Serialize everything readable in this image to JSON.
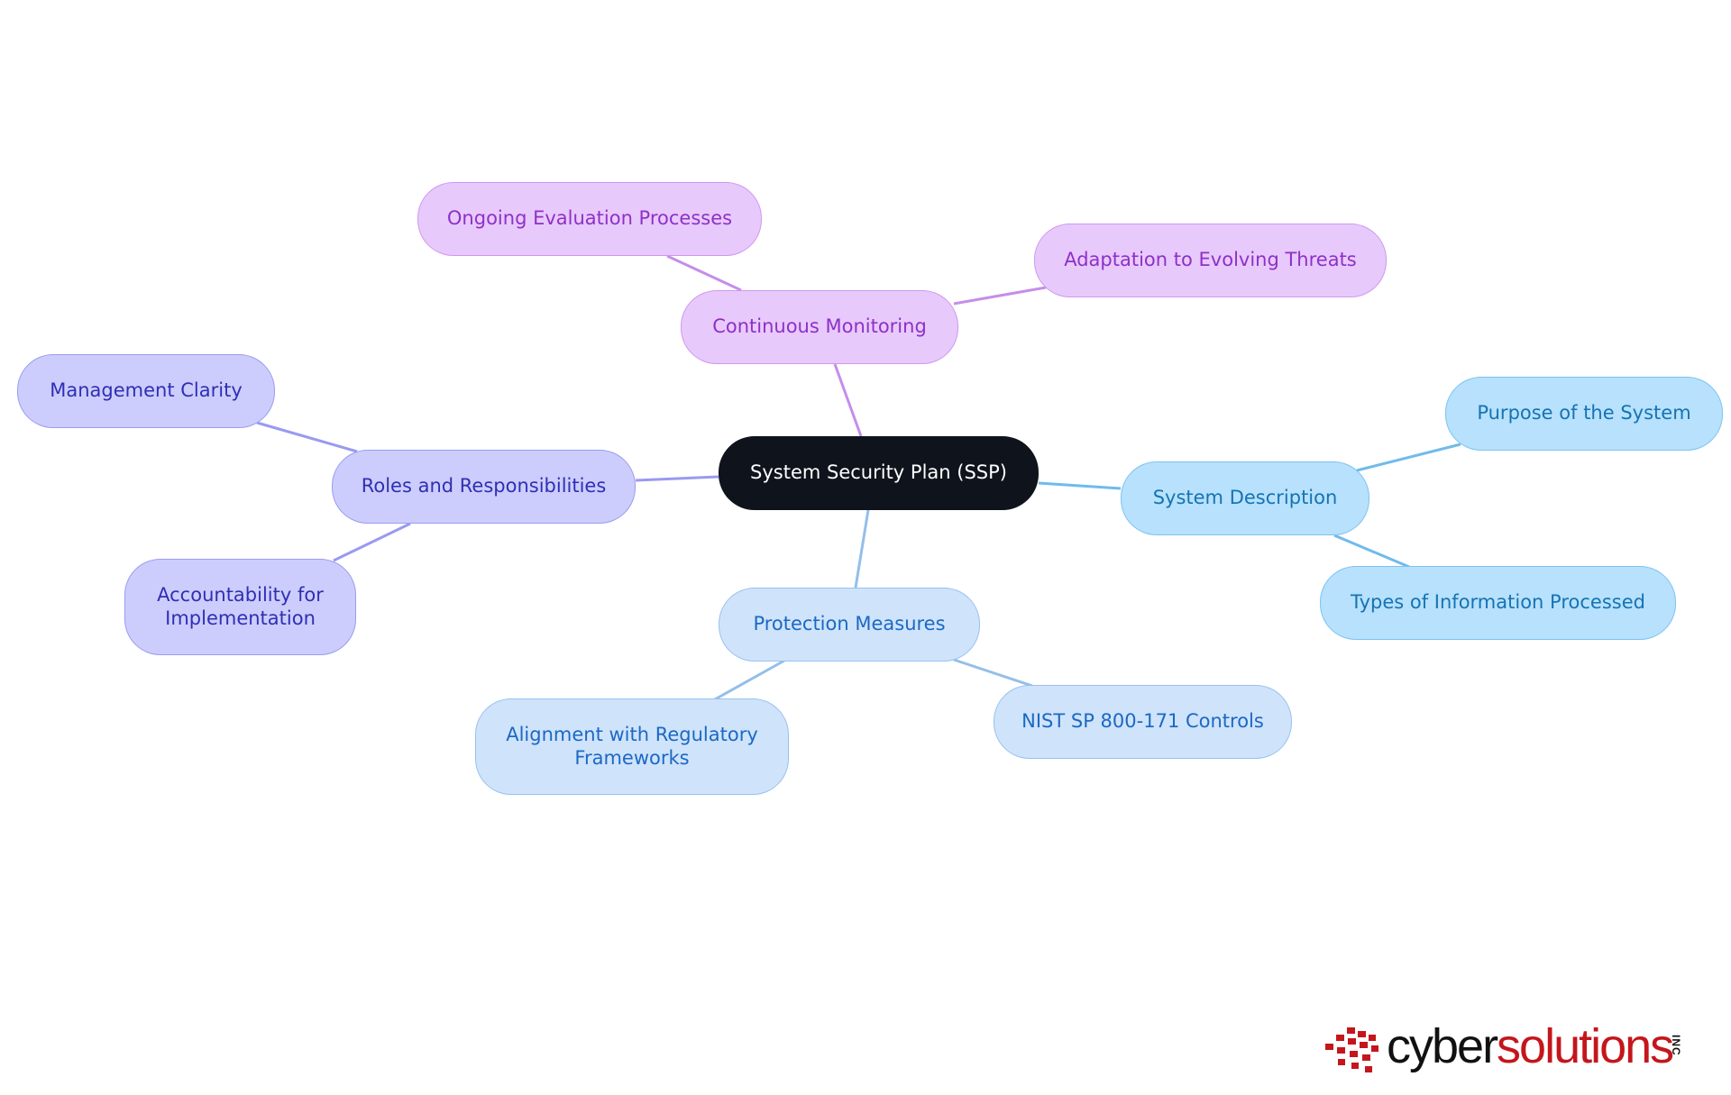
{
  "mindmap": {
    "root": {
      "label": "System Security Plan (SSP)"
    },
    "branches": [
      {
        "id": "cm",
        "label": "Continuous Monitoring",
        "children": [
          {
            "id": "oep",
            "label": "Ongoing Evaluation Processes"
          },
          {
            "id": "aet",
            "label": "Adaptation to Evolving Threats"
          }
        ]
      },
      {
        "id": "rr",
        "label": "Roles and Responsibilities",
        "children": [
          {
            "id": "mc",
            "label": "Management Clarity"
          },
          {
            "id": "afi",
            "label_lines": [
              "Accountability for",
              "Implementation"
            ]
          }
        ]
      },
      {
        "id": "sd",
        "label": "System Description",
        "children": [
          {
            "id": "pos",
            "label": "Purpose of the System"
          },
          {
            "id": "tip",
            "label": "Types of Information Processed"
          }
        ]
      },
      {
        "id": "pm",
        "label": "Protection Measures",
        "children": [
          {
            "id": "awrf",
            "label_lines": [
              "Alignment with Regulatory",
              "Frameworks"
            ]
          },
          {
            "id": "nist",
            "label": "NIST SP 800-171 Controls"
          }
        ]
      }
    ]
  },
  "colors": {
    "root_fill": "#0f141c",
    "purple_line": "#c58ee8",
    "indigo_line": "#9a9af0",
    "sky_line": "#6fbbec",
    "pale_line": "#93bfe9",
    "logo_red": "#c4161c",
    "logo_black": "#111111"
  },
  "logo": {
    "word_part1": "cyber",
    "word_part2": "solutions",
    "suffix": "INC"
  }
}
